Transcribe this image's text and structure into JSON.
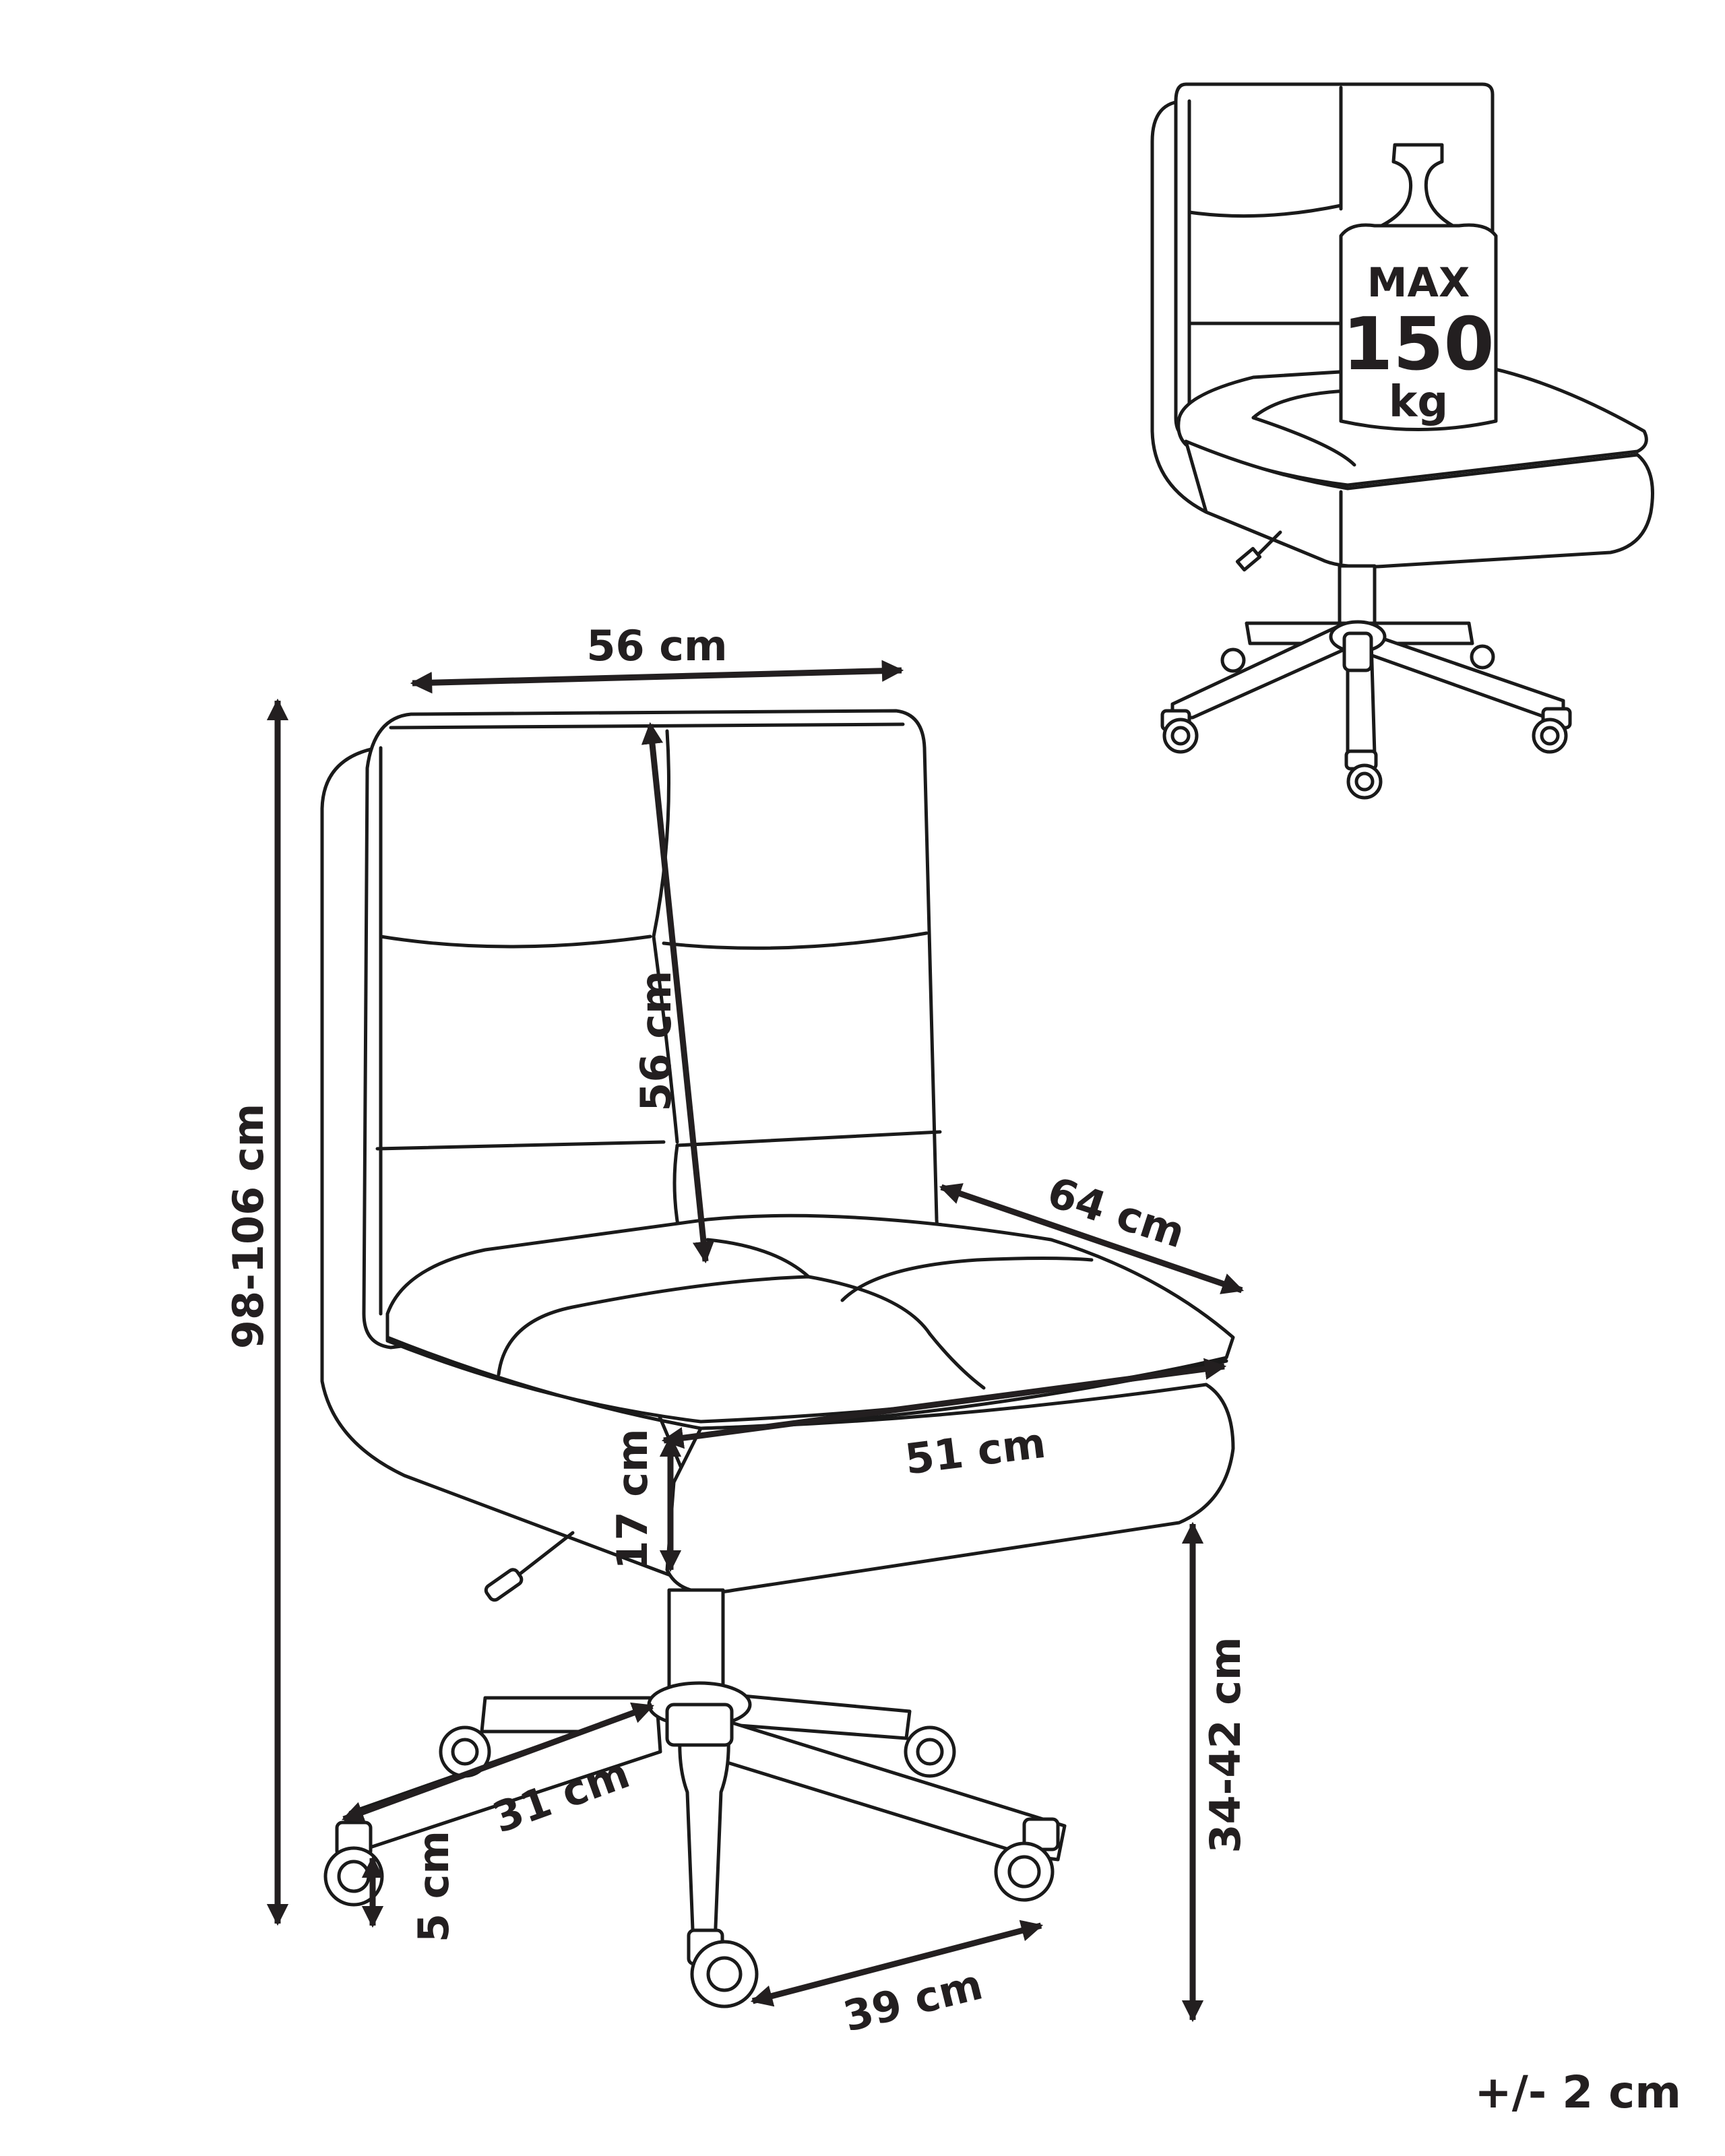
{
  "main_view": {
    "dimensions": {
      "top_width": "56 cm",
      "backrest_height": "56 cm",
      "overall_height": "98-106 cm",
      "seat_depth": "64 cm",
      "seat_width": "51 cm",
      "seat_thickness": "17 cm",
      "seat_height": "34-42 cm",
      "base_radius": "31 cm",
      "caster_height": "5 cm",
      "caster_spacing": "39 cm"
    }
  },
  "inset_view": {
    "weight_label": {
      "line1": "MAX",
      "line2": "150",
      "line3": "kg"
    }
  },
  "tolerance": "+/- 2 cm",
  "colors": {
    "ink": "#231f20",
    "background": "#ffffff"
  }
}
